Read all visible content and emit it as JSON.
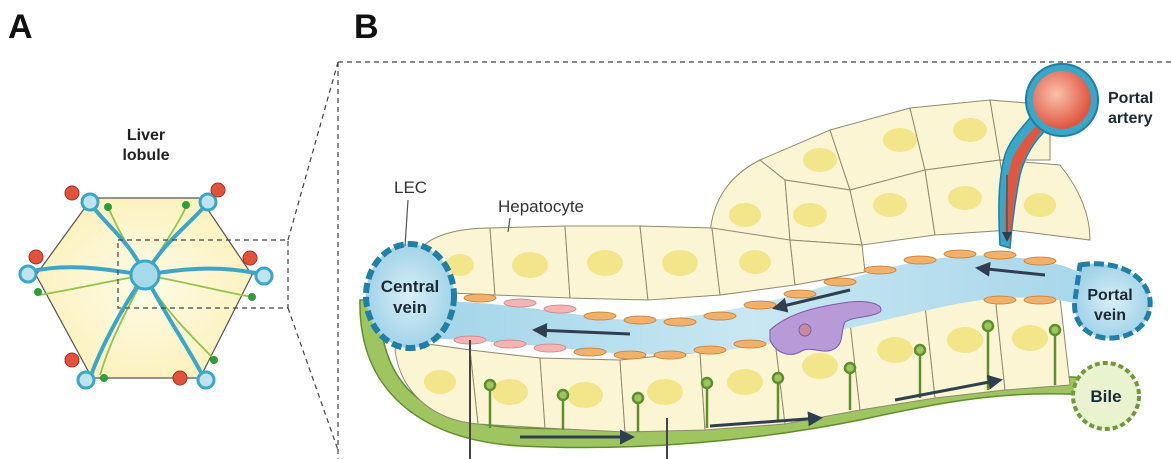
{
  "panels": {
    "a": {
      "letter": "A",
      "lobule_label_line1": "Liver",
      "lobule_label_line2": "lobule"
    },
    "b": {
      "letter": "B",
      "labels": {
        "lec": "LEC",
        "hepatocyte": "Hepatocyte",
        "central_vein_line1": "Central",
        "central_vein_line2": "vein",
        "portal_artery_line1": "Portal",
        "portal_artery_line2": "artery",
        "portal_vein_line1": "Portal",
        "portal_vein_line2": "vein",
        "bile": "Bile"
      }
    }
  },
  "colors": {
    "hepatocyte_fill": "#fbf5d3",
    "nucleus": "#f3e58a",
    "vessel_blue": "#5fb6d4",
    "sinusoid": "#a9d8ea",
    "artery_red": "#e36d55",
    "bile_green": "#9ec45e",
    "lobule_fill": "#fdf6cf",
    "kupffer_purple": "#b99ad8"
  }
}
